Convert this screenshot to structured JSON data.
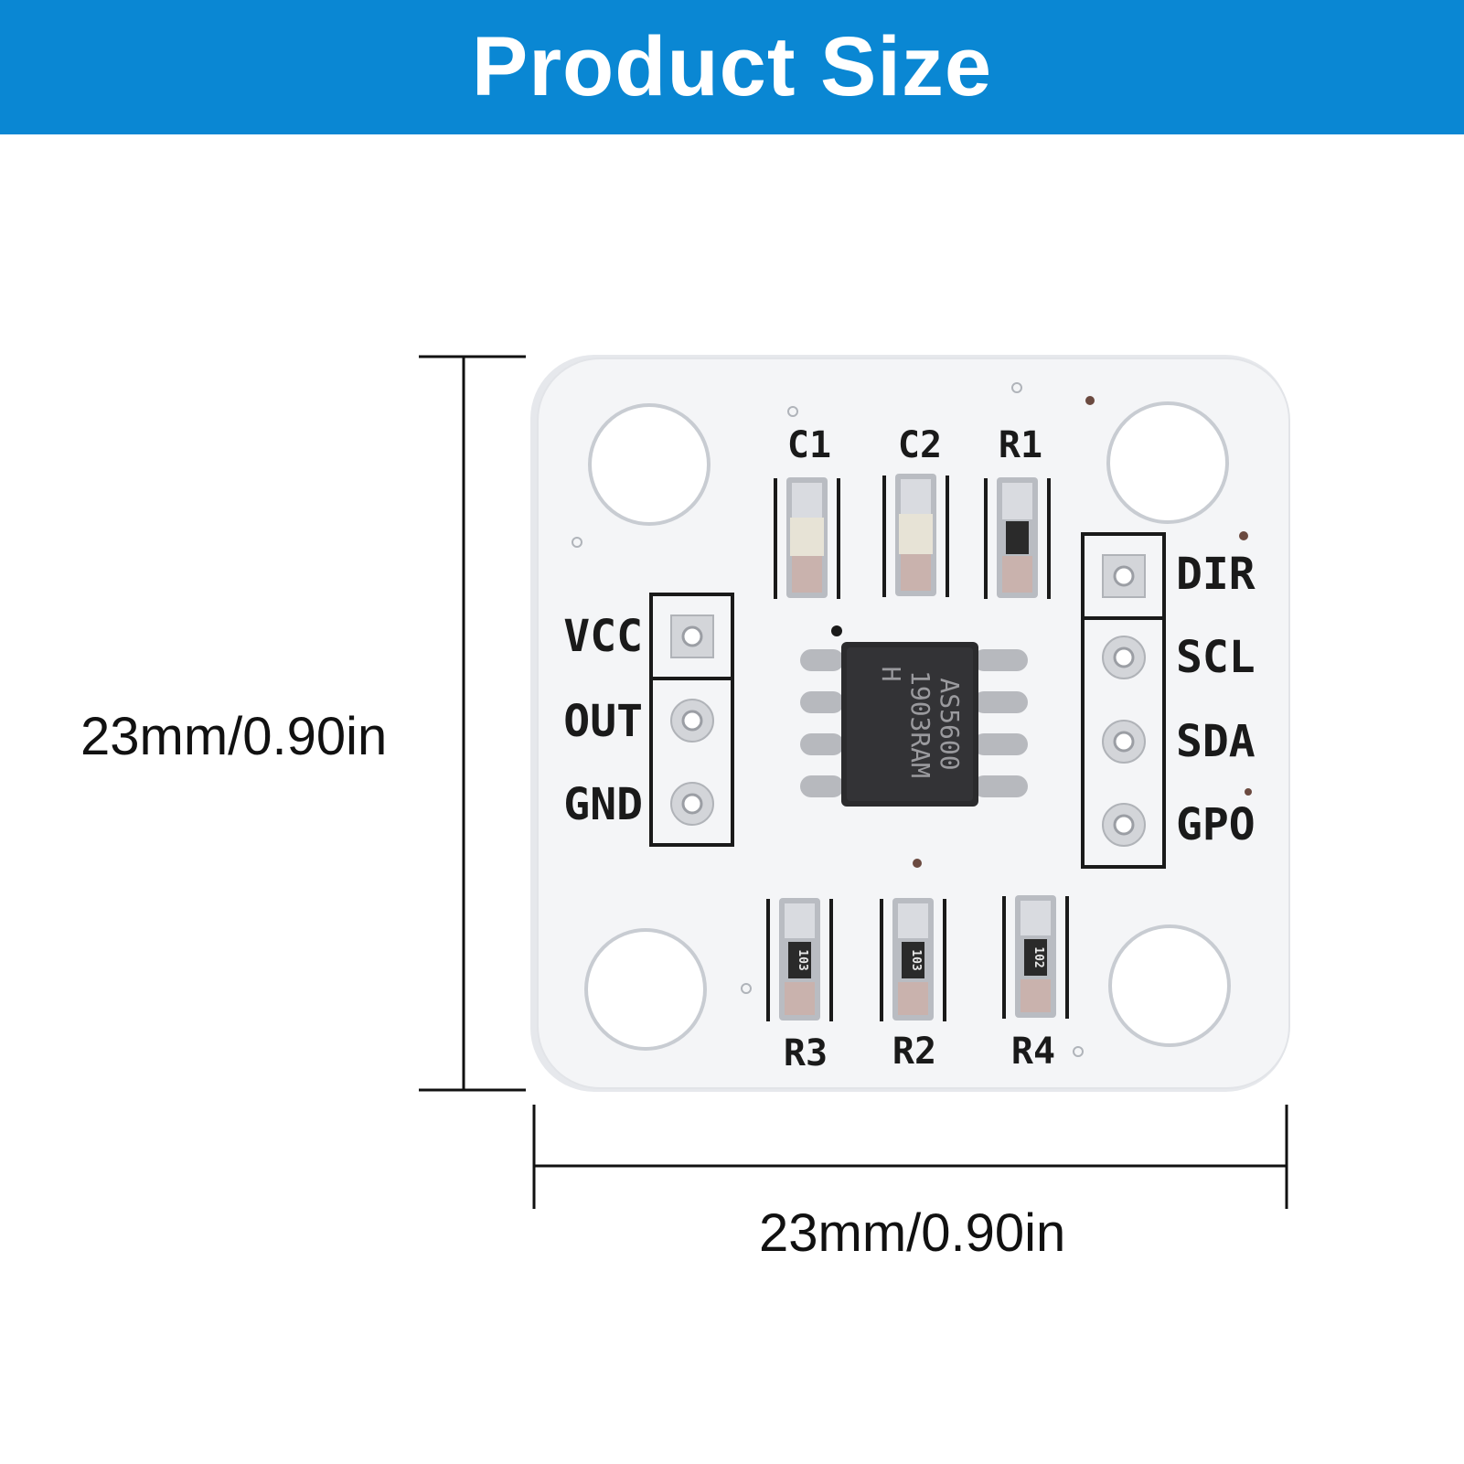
{
  "header": {
    "title": "Product Size",
    "background": "#0a87d3"
  },
  "dimensions": {
    "height_label": "23mm/0.90in",
    "width_label": "23mm/0.90in"
  },
  "board": {
    "chip_marking": [
      "AS5600",
      "1903RAM",
      "H"
    ],
    "components_top": [
      "C1",
      "C2",
      "R1"
    ],
    "components_bottom": [
      "R3",
      "R2",
      "R4"
    ],
    "resistor_codes": [
      "103",
      "103",
      "102"
    ],
    "pins_left": [
      "VCC",
      "OUT",
      "GND"
    ],
    "pins_right": [
      "DIR",
      "SCL",
      "SDA",
      "GPO"
    ],
    "pcb_color": "#f4f5f7"
  }
}
